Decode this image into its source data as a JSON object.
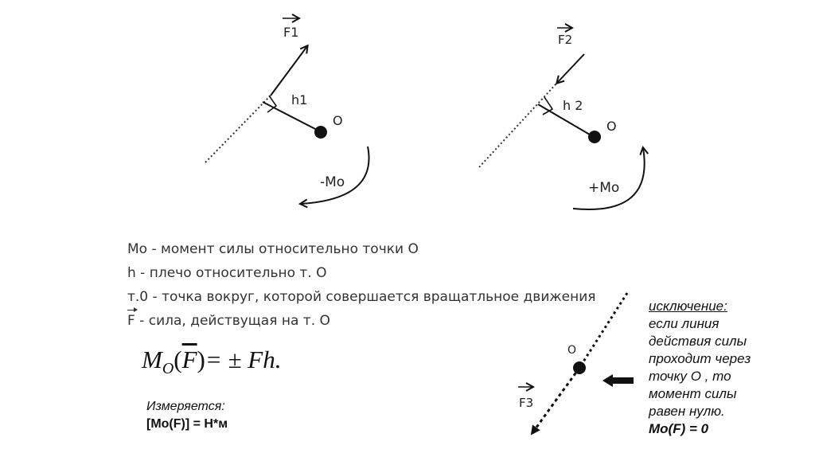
{
  "diagram": {
    "left": {
      "force_label": "F1",
      "arm_label": "h1",
      "point_label": "O",
      "moment_label": "-Mo"
    },
    "right": {
      "force_label": "F2",
      "arm_label": "h 2",
      "point_label": "O",
      "moment_label": "+Mo"
    },
    "exception_figure": {
      "point_label": "O",
      "force_label": "F3"
    }
  },
  "legend": {
    "lines": [
      "Mo - момент силы относительно точки О",
      "h - плечо относительно т. О",
      "т.0 - точка вокруг, которой совершается  вращатльное движения",
      " - сила, действущая на т. О"
    ],
    "force_symbol": "F"
  },
  "formula": {
    "lhs": "M",
    "lhs_sub": "O",
    "arg": "F",
    "rhs": "= ± Fh."
  },
  "measure": {
    "label": "Измеряется:",
    "unit": "[Mo(F)] = H*м"
  },
  "exception": {
    "title": "исключение:",
    "lines": [
      "если линия",
      "действия силы",
      "проходит через",
      "точку О , то",
      "момент силы",
      "равен нулю."
    ],
    "equation": "Mo(F) = 0"
  }
}
